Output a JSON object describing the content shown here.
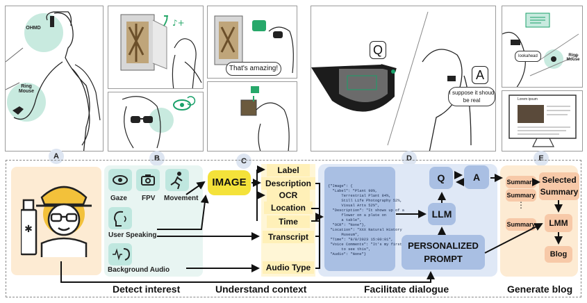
{
  "panel_letters": {
    "a": "A",
    "b": "B",
    "c": "C",
    "d": "D",
    "e": "E"
  },
  "sketch_labels": {
    "ohmd": "OHMD",
    "ring_mouse": "Ring\nMouse",
    "thats_amazing": "That's amazing!",
    "q": "Q",
    "a": "A",
    "suppose": "I suppose it shoud\nbe real",
    "lookahead": "lookahead",
    "ring_mouse_e": "Ring\nMouse",
    "monitor_title": "Lorem ipsum"
  },
  "detect": {
    "gaze": "Gaze",
    "fpv": "FPV",
    "movement": "Movement",
    "user_speaking": "User Speaking",
    "background_audio": "Background Audio"
  },
  "image_label": "IMAGE",
  "context_items": {
    "label": "Label",
    "description": "Description",
    "ocr": "OCR",
    "location": "Location",
    "time": "Time",
    "transcript": "Transcript",
    "audio_type": "Audio Type"
  },
  "json_block": "{\"Image\": {\n  \"Label\": \"Plant 90%,\n      Terrestrial Plant 84%,\n      Still Life Photography 52%,\n      Visual Arts 52%\",\n  \"Description\": \"It shows up of a\n      flower on a plate on\n      a table\",\n  \"OCR\": \"None\"},\n \"Location\": \"XXX Natural History\n      Museum\",\n \"Time\": \"8/8/2023 15:00:01\",\n \"Voice Comments\": \"It's my first time\n      to see this\",\n \"Audio\": \"None\"}",
  "dialogue": {
    "q": "Q",
    "a": "A",
    "llm": "LLM",
    "prompt": "PERSONALIZED\nPROMPT"
  },
  "blog": {
    "summary": "Summary",
    "selected_summary": "Selected\nSummary",
    "lmm": "LMM",
    "blog": "Blog",
    "dots": "⋮"
  },
  "sections": {
    "detect": "Detect interest",
    "understand": "Understand context",
    "dialogue": "Facilitate dialogue",
    "blog": "Generate blog"
  },
  "colors": {
    "teal": "#bfe7df",
    "yellow": "#f4e23a",
    "blue": "#a9bfe3",
    "orange": "#f7c9a8",
    "peach": "#fdebd3"
  }
}
